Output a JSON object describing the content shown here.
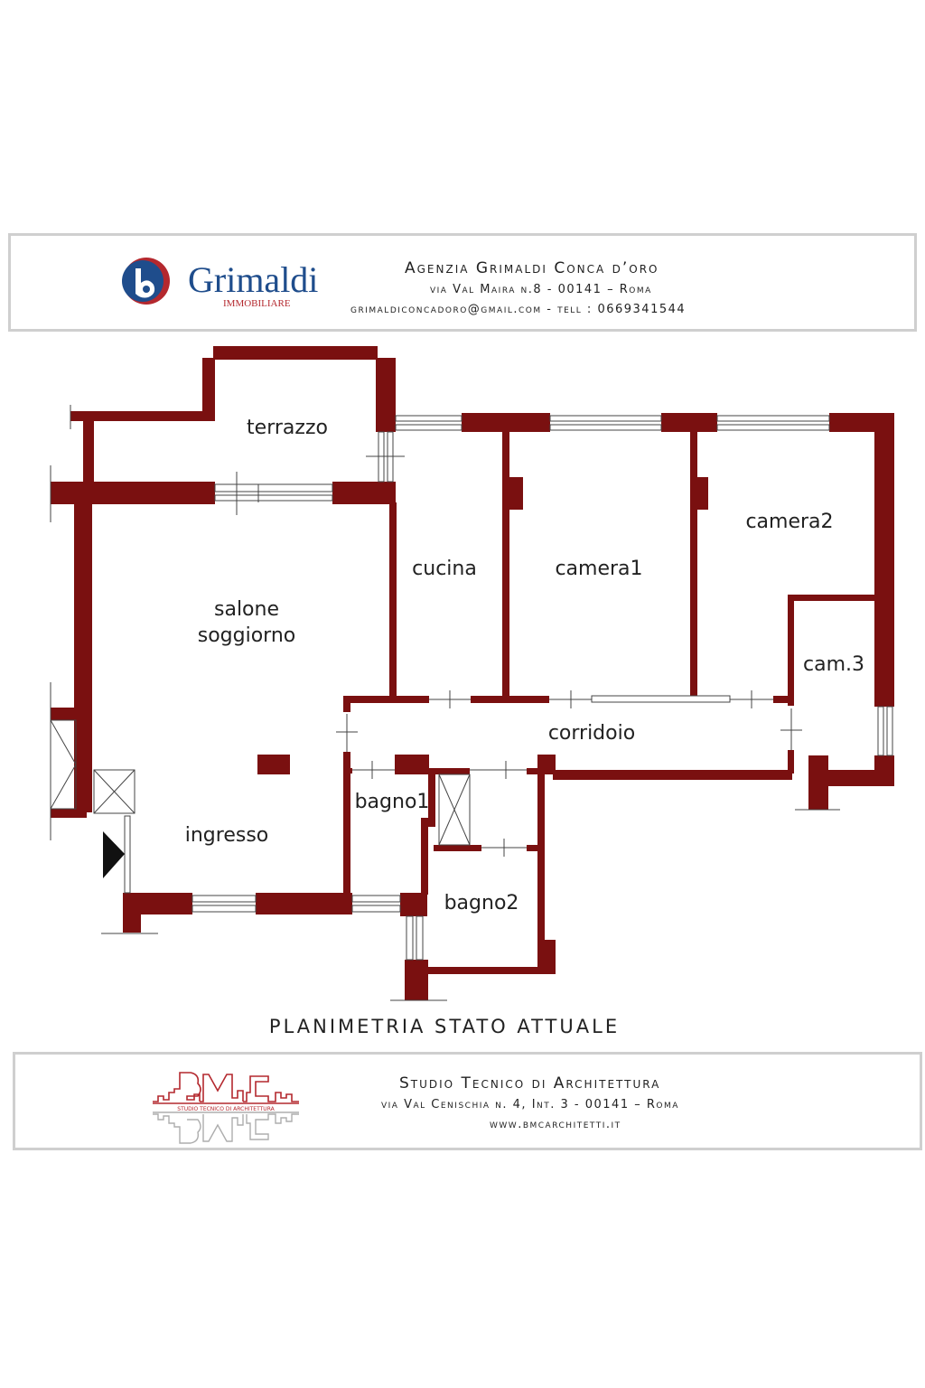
{
  "header": {
    "logo": {
      "name": "Grimaldi",
      "sub": "IMMOBILIARE",
      "colors": {
        "blue": "#1f4d8c",
        "red": "#b4282e"
      }
    },
    "agency_name": "Agenzia Grimaldi Conca d’oro",
    "address": "via Val Maira n.8  - 00141 – Roma",
    "contact": "grimaldiconcadoro@gmail.com - tell : 0669341544"
  },
  "plan": {
    "title": "PLANIMETRIA STATO ATTUALE",
    "wall_color": "#7a1010",
    "rooms": {
      "terrazzo": "terrazzo",
      "salone": "salone",
      "soggiorno": "soggiorno",
      "cucina": "cucina",
      "camera1": "camera1",
      "camera2": "camera2",
      "cam3": "cam.3",
      "corridoio": "corridoio",
      "bagno1": "bagno1",
      "ingresso": "ingresso",
      "bagno2": "bagno2"
    }
  },
  "footer": {
    "logo_colors": {
      "red": "#b4282e",
      "gray": "#999999"
    },
    "studio_name": "Studio Tecnico di Architettura",
    "address": "via Val Cenischia n. 4, Int. 3 - 00141 – Roma",
    "website": "www.bmcarchitetti.it"
  }
}
